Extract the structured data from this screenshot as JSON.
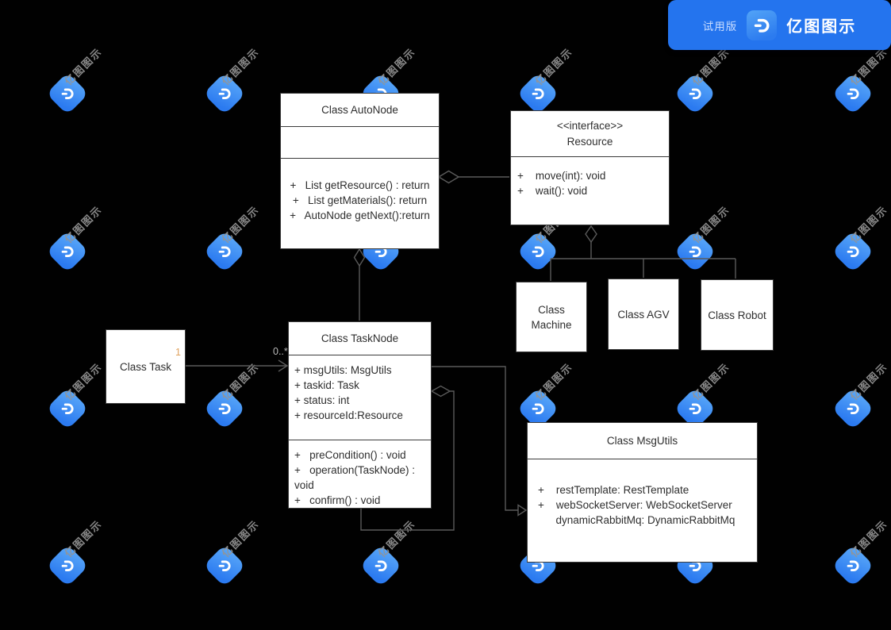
{
  "app": {
    "badge": {
      "trial_label": "试用版",
      "brand": "亿图图示"
    }
  },
  "watermark": {
    "text": "亿图图示"
  },
  "colors": {
    "background": "#000000",
    "box_fill": "#ffffff",
    "box_border": "#3b3b3b",
    "box_text": "#2e2e2e",
    "connector": "#5a5a5a",
    "accent_blue": "#2474ee",
    "trial_text": "#c9ddff",
    "brand_text": "#ffffff",
    "watermark_text": "#949494",
    "multiplicity_one": "#e0a35e",
    "multiplicity_many": "#b9b9b9"
  },
  "diagram": {
    "autonode": {
      "title": "Class AutoNode",
      "methods": [
        "+   List getResource() : return",
        "+   List getMaterials(): return",
        "+   AutoNode getNext():return"
      ]
    },
    "resource": {
      "stereotype": "<<interface>>",
      "name": "Resource",
      "methods": [
        "+    move(int): void",
        "+    wait(): void"
      ]
    },
    "machine": {
      "title": "Class Machine"
    },
    "agv": {
      "title": "Class AGV"
    },
    "robot": {
      "title": "Class Robot"
    },
    "task": {
      "title": "Class Task"
    },
    "tasknode": {
      "title": "Class TaskNode",
      "attributes": [
        "+ msgUtils: MsgUtils",
        "+ taskid: Task",
        "+ status: int",
        "+ resourceId:Resource"
      ],
      "methods": [
        "+   preCondition() : void",
        "+   operation(TaskNode) :",
        "void",
        "+   confirm() : void"
      ]
    },
    "msgutils": {
      "title": "Class MsgUtils",
      "attributes": [
        "+    restTemplate: RestTemplate",
        "+    webSocketServer: WebSocketServer",
        "      dynamicRabbitMq: DynamicRabbitMq"
      ]
    },
    "labels": {
      "task_side": "1",
      "node_side": "0..*"
    }
  }
}
